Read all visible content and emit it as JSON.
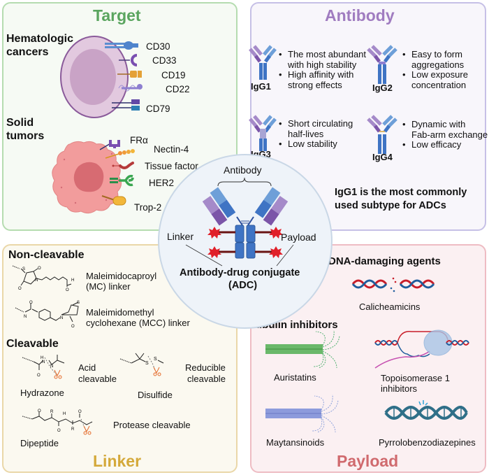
{
  "panels": {
    "target": {
      "title": "Target",
      "title_color": "#5aa55f",
      "hematologic": {
        "heading": "Hematologic cancers",
        "heading_line1": "Hematologic",
        "heading_line2": "cancers",
        "markers": [
          "CD30",
          "CD33",
          "CD19",
          "CD22",
          "CD79"
        ]
      },
      "solid": {
        "heading_line1": "Solid",
        "heading_line2": "tumors",
        "markers": [
          "FRα",
          "Nectin-4",
          "Tissue factor",
          "HER2",
          "Trop-2"
        ]
      }
    },
    "antibody": {
      "title": "Antibody",
      "title_color": "#a07cc0",
      "subtypes": [
        {
          "name": "IgG1",
          "points": [
            "The most abundant",
            "with high stability",
            "High affinity with",
            "strong effects"
          ],
          "bullet_starts": [
            true,
            false,
            true,
            false
          ]
        },
        {
          "name": "IgG2",
          "points": [
            "Easy to form",
            "aggregations",
            "Low exposure",
            "concentration"
          ],
          "bullet_starts": [
            true,
            false,
            true,
            false
          ]
        },
        {
          "name": "IgG3",
          "points": [
            "Short circulating",
            "half-lives",
            "Low stability"
          ],
          "bullet_starts": [
            true,
            false,
            true
          ]
        },
        {
          "name": "IgG4",
          "points": [
            "Dynamic  with",
            "Fab-arm exchange",
            "Low efficacy"
          ],
          "bullet_starts": [
            true,
            false,
            true
          ]
        }
      ],
      "summary_line1": "IgG1 is the most commonly",
      "summary_line2": "used subtype for ADCs"
    },
    "linker": {
      "title": "Linker",
      "title_color": "#d4a93a",
      "non_cleavable": {
        "heading": "Non-cleavable",
        "items": [
          {
            "line1": "Maleimidocaproyl",
            "line2": "(MC) linker"
          },
          {
            "line1": "Maleimidomethyl",
            "line2": "cyclohexane (MCC) linker"
          }
        ]
      },
      "cleavable": {
        "heading": "Cleavable",
        "items": [
          {
            "name": "Hydrazone",
            "mechanism_line1": "Acid",
            "mechanism_line2": "cleavable"
          },
          {
            "name": "Disulfide",
            "mechanism_line1": "Reducible",
            "mechanism_line2": "cleavable"
          },
          {
            "name": "Dipeptide",
            "mechanism_line1": "Protease cleavable",
            "mechanism_line2": ""
          }
        ]
      }
    },
    "payload": {
      "title": "Payload",
      "title_color": "#d06a6e",
      "dna_damaging": {
        "heading": "DNA-damaging agents",
        "items": [
          "Calicheamicins",
          "Topoisomerase 1 inhibitors",
          "Pyrrolobenzodiazepines"
        ],
        "topo_line1": "Topoisomerase 1",
        "topo_line2": "inhibitors"
      },
      "tubulin": {
        "heading": "Tubulin inhibitors",
        "items": [
          "Auristatins",
          "Maytansinoids"
        ]
      }
    }
  },
  "center": {
    "antibody_label": "Antibody",
    "linker_label": "Linker",
    "payload_label": "Payload",
    "title_line1": "Antibody-drug conjugate",
    "title_line2": "(ADC)"
  },
  "colors": {
    "antibody_blue": "#3f74c4",
    "antibody_light_blue": "#6e9fd8",
    "antibody_purple": "#7b55a8",
    "antibody_light_purple": "#a58ac9",
    "payload_red": "#e0202a",
    "linker_dark_red": "#6a1414"
  }
}
